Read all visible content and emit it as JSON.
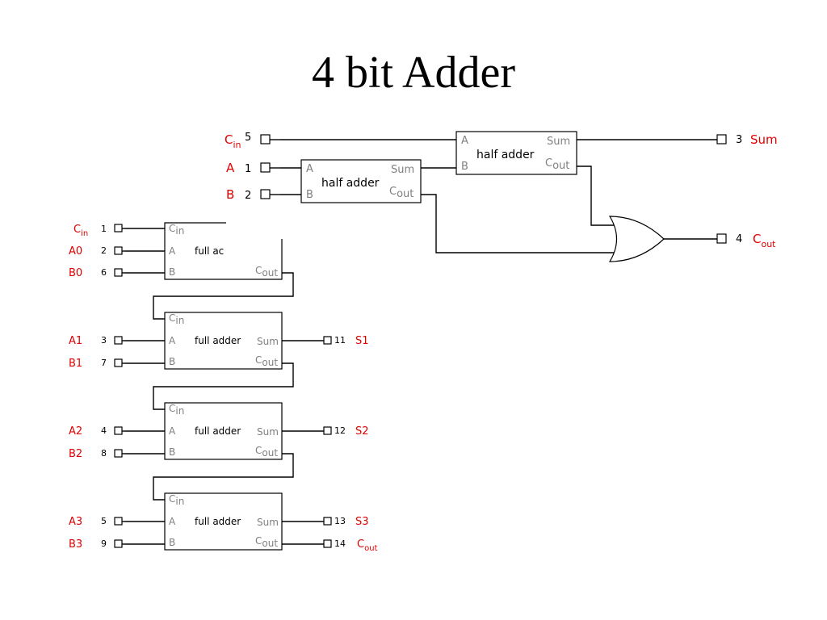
{
  "title": "4 bit Adder",
  "colors": {
    "signal": "#e00000",
    "pin_label": "#808080",
    "wire": "#000000"
  },
  "top_circuit": {
    "inputs": [
      {
        "name": "C",
        "sub": "in",
        "num": "5"
      },
      {
        "name": "A",
        "num": "1"
      },
      {
        "name": "B",
        "num": "2"
      }
    ],
    "half_adder_1": {
      "name": "half adder",
      "pin_a": "A",
      "pin_b": "B",
      "pin_sum": "Sum",
      "pin_cout": "C",
      "pin_cout_sub": "out"
    },
    "half_adder_2": {
      "name": "half adder",
      "pin_a": "A",
      "pin_b": "B",
      "pin_sum": "Sum",
      "pin_cout": "C",
      "pin_cout_sub": "out"
    },
    "outputs": [
      {
        "num": "3",
        "name": "Sum"
      },
      {
        "num": "4",
        "name": "C",
        "sub": "out"
      }
    ]
  },
  "bottom_circuit": {
    "stages": [
      {
        "block": "full ac",
        "cin": "C",
        "cin_sub": "in",
        "pin_a": "A",
        "pin_b": "B",
        "pin_sum": "",
        "pin_cout": "C",
        "pin_cout_sub": "out",
        "inputs": [
          {
            "name": "C",
            "sub": "in",
            "num": "1"
          },
          {
            "name": "A0",
            "num": "2"
          },
          {
            "name": "B0",
            "num": "6"
          }
        ],
        "outputs": []
      },
      {
        "block": "full adder",
        "cin": "C",
        "cin_sub": "in",
        "pin_a": "A",
        "pin_b": "B",
        "pin_sum": "Sum",
        "pin_cout": "C",
        "pin_cout_sub": "out",
        "inputs": [
          {
            "name": "A1",
            "num": "3"
          },
          {
            "name": "B1",
            "num": "7"
          }
        ],
        "outputs": [
          {
            "num": "11",
            "name": "S1"
          }
        ]
      },
      {
        "block": "full adder",
        "cin": "C",
        "cin_sub": "in",
        "pin_a": "A",
        "pin_b": "B",
        "pin_sum": "Sum",
        "pin_cout": "C",
        "pin_cout_sub": "out",
        "inputs": [
          {
            "name": "A2",
            "num": "4"
          },
          {
            "name": "B2",
            "num": "8"
          }
        ],
        "outputs": [
          {
            "num": "12",
            "name": "S2"
          }
        ]
      },
      {
        "block": "full adder",
        "cin": "C",
        "cin_sub": "in",
        "pin_a": "A",
        "pin_b": "B",
        "pin_sum": "Sum",
        "pin_cout": "C",
        "pin_cout_sub": "out",
        "inputs": [
          {
            "name": "A3",
            "num": "5"
          },
          {
            "name": "B3",
            "num": "9"
          }
        ],
        "outputs": [
          {
            "num": "13",
            "name": "S3"
          },
          {
            "num": "14",
            "name": "C",
            "sub": "out"
          }
        ]
      }
    ]
  }
}
